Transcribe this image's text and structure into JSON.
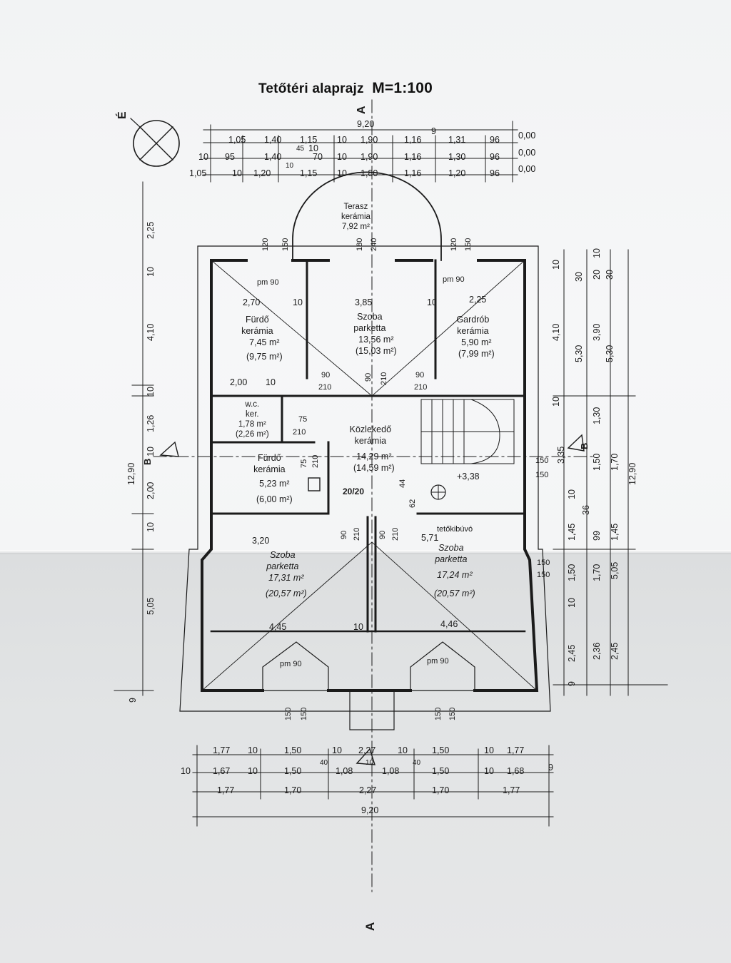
{
  "title": {
    "text": "Tetőtéri alaprajz",
    "scale": "M=1:100"
  },
  "north_label": "É",
  "section_marks": [
    "A",
    "A"
  ],
  "axis_labels": [
    "B",
    "B"
  ],
  "top_dims": {
    "total": "9,20",
    "row1": [
      "1,05",
      "1,40",
      "1,15",
      "10",
      "1,90",
      "1,16",
      "9",
      "1,31",
      "96",
      "0,00"
    ],
    "row2": [
      "10",
      "95",
      "1,40",
      "45",
      "10",
      "70",
      "10",
      "1,90",
      "1,16",
      "1,30",
      "96",
      "0,00"
    ],
    "row3": [
      "1,05",
      "10",
      "1,20",
      "10",
      "1,15",
      "10",
      "1,80",
      "1,16",
      "1,20",
      "96",
      "0,00"
    ]
  },
  "bottom_dims": {
    "row1": [
      "1,77",
      "10",
      "1,50",
      "10",
      "2,27",
      "10",
      "1,50",
      "10",
      "1,77"
    ],
    "row2": [
      "10",
      "1,67",
      "10",
      "1,50",
      "40",
      "1,08",
      "10",
      "1,08",
      "40",
      "1,50",
      "10",
      "1,68",
      "9"
    ],
    "row3": [
      "1,77",
      "1,70",
      "2,27",
      "1,70",
      "1,77"
    ],
    "total": "9,20"
  },
  "left_dims": [
    "2,25",
    "10",
    "4,10",
    "10",
    "1,26",
    "10",
    "2,00",
    "10",
    "5,05",
    "9",
    "12,90"
  ],
  "right_dims": [
    "10",
    "4,10",
    "5,30",
    "3,90",
    "5,30",
    "10",
    "1,30",
    "1,50",
    "1,70",
    "10",
    "1,45",
    "36",
    "99",
    "1,45",
    "1,50",
    "1,70",
    "5,05",
    "10",
    "2,45",
    "2,36",
    "2,45",
    "9",
    "12,90",
    "30",
    "20",
    "30",
    "10",
    "3,35"
  ],
  "rooms": {
    "terrace": {
      "name": "Terasz",
      "floor": "kerámia",
      "area": "7,92 m²"
    },
    "bath1": {
      "name": "Fürdő",
      "floor": "kerámia",
      "area": "7,45 m²",
      "area2": "(9,75 m²)"
    },
    "room_top": {
      "name": "Szoba",
      "floor": "parketta",
      "area": "13,56 m²",
      "area2": "(15,03 m²)"
    },
    "wardrobe": {
      "name": "Gardrób",
      "floor": "kerámia",
      "area": "5,90 m²",
      "area2": "(7,99 m²)"
    },
    "wc": {
      "name": "w.c.",
      "floor": "ker.",
      "area": "1,78 m²",
      "area2": "(2,26 m²)"
    },
    "hall": {
      "name": "Közlekedő",
      "floor": "kerámia",
      "area": "14,29 m²",
      "area2": "(14,59 m²)"
    },
    "bath2": {
      "name": "Fürdő",
      "floor": "kerámia",
      "area": "5,23 m²",
      "area2": "(6,00 m²)"
    },
    "room_bl": {
      "name": "Szoba",
      "floor": "parketta",
      "area": "17,31 m²",
      "area2": "(20,57 m²)"
    },
    "room_br": {
      "name": "Szoba",
      "floor": "parketta",
      "area": "17,24 m²",
      "area2": "(20,57 m²)"
    }
  },
  "misc": {
    "level": "+3,38",
    "hatch": "tetőkibúvó",
    "chimney": "20/20",
    "pm": "pm 90",
    "inner": [
      "2,70",
      "10",
      "3,85",
      "10",
      "2,25",
      "2,00",
      "10",
      "3,20",
      "5,71",
      "4,45",
      "10",
      "4,46"
    ],
    "openings": [
      "120",
      "150",
      "180",
      "240",
      "120",
      "150",
      "90",
      "210",
      "90",
      "210",
      "90",
      "210",
      "75",
      "210",
      "75",
      "210",
      "90",
      "210",
      "90",
      "210",
      "44",
      "62",
      "150",
      "150",
      "150",
      "150",
      "150",
      "150",
      "150",
      "150"
    ]
  }
}
